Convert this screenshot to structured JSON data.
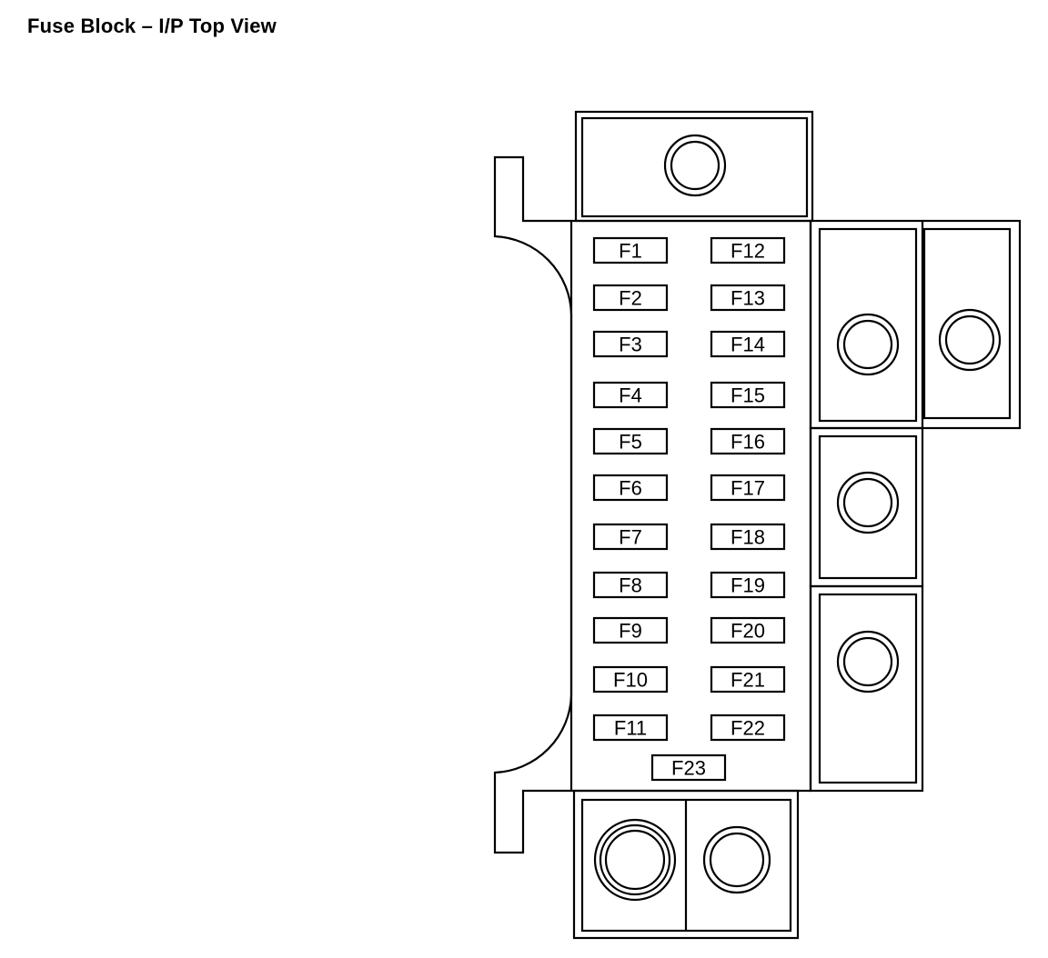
{
  "title": "Fuse Block – I/P Top View",
  "colors": {
    "line": "#000000",
    "background": "#ffffff"
  },
  "fuses": {
    "left_column": [
      "F1",
      "F2",
      "F3",
      "F4",
      "F5",
      "F6",
      "F7",
      "F8",
      "F9",
      "F10",
      "F11"
    ],
    "right_column": [
      "F12",
      "F13",
      "F14",
      "F15",
      "F16",
      "F17",
      "F18",
      "F19",
      "F20",
      "F21",
      "F22"
    ],
    "bottom_center": "F23"
  }
}
